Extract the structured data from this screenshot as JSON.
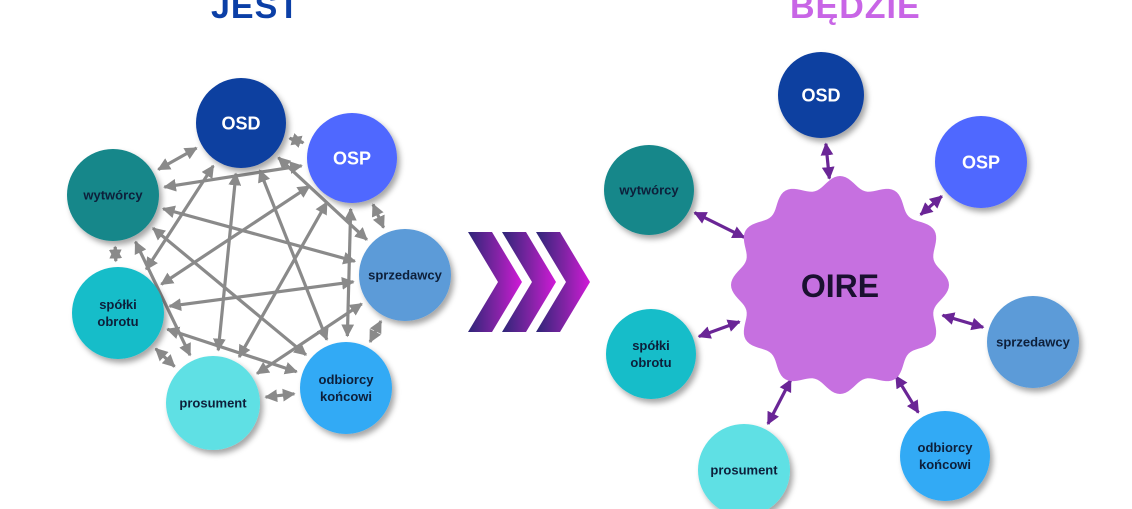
{
  "titles": {
    "left": "JEST",
    "right": "BĘDZIE"
  },
  "colors": {
    "title_left": "#0b3fa6",
    "title_right": "#c865e6",
    "connector_left": "#8a8a8a",
    "connector_right": "#6a2596",
    "hub": "#c670e0",
    "osd": "#0f3fa0",
    "osp": "#4f67ff",
    "wytworcy": "#14878a",
    "sprzedawcy": "#5b9bd8",
    "spolki": "#19bdc9",
    "odbiorcy": "#33aaf5",
    "prosument": "#5fe0e4",
    "chevrons": [
      "#2e2678",
      "#8423a6",
      "#d11ad8"
    ]
  },
  "jest": {
    "nodes": [
      {
        "id": "osd",
        "lines": [
          "OSD"
        ]
      },
      {
        "id": "osp",
        "lines": [
          "OSP"
        ]
      },
      {
        "id": "wytworcy",
        "lines": [
          "wytwórcy"
        ]
      },
      {
        "id": "sprzedawcy",
        "lines": [
          "sprzedawcy"
        ]
      },
      {
        "id": "spolki",
        "lines": [
          "spółki",
          "obrotu"
        ]
      },
      {
        "id": "odbiorcy",
        "lines": [
          "odbiorcy",
          "końcowi"
        ]
      },
      {
        "id": "prosument",
        "lines": [
          "prosument"
        ]
      }
    ],
    "edges": [
      [
        "osd",
        "osp"
      ],
      [
        "osd",
        "wytworcy"
      ],
      [
        "osd",
        "sprzedawcy"
      ],
      [
        "osd",
        "spolki"
      ],
      [
        "osd",
        "odbiorcy"
      ],
      [
        "osd",
        "prosument"
      ],
      [
        "osp",
        "wytworcy"
      ],
      [
        "osp",
        "sprzedawcy"
      ],
      [
        "osp",
        "spolki"
      ],
      [
        "osp",
        "odbiorcy"
      ],
      [
        "osp",
        "prosument"
      ],
      [
        "wytworcy",
        "sprzedawcy"
      ],
      [
        "wytworcy",
        "spolki"
      ],
      [
        "wytworcy",
        "odbiorcy"
      ],
      [
        "wytworcy",
        "prosument"
      ],
      [
        "sprzedawcy",
        "spolki"
      ],
      [
        "sprzedawcy",
        "odbiorcy"
      ],
      [
        "sprzedawcy",
        "prosument"
      ],
      [
        "spolki",
        "odbiorcy"
      ],
      [
        "spolki",
        "prosument"
      ],
      [
        "odbiorcy",
        "prosument"
      ]
    ]
  },
  "bedzie": {
    "hub": {
      "id": "oire",
      "label": "OIRE"
    },
    "nodes": [
      {
        "id": "osd",
        "lines": [
          "OSD"
        ]
      },
      {
        "id": "osp",
        "lines": [
          "OSP"
        ]
      },
      {
        "id": "wytworcy",
        "lines": [
          "wytwórcy"
        ]
      },
      {
        "id": "sprzedawcy",
        "lines": [
          "sprzedawcy"
        ]
      },
      {
        "id": "spolki",
        "lines": [
          "spółki",
          "obrotu"
        ]
      },
      {
        "id": "odbiorcy",
        "lines": [
          "odbiorcy",
          "końcowi"
        ]
      },
      {
        "id": "prosument",
        "lines": [
          "prosument"
        ]
      }
    ]
  }
}
